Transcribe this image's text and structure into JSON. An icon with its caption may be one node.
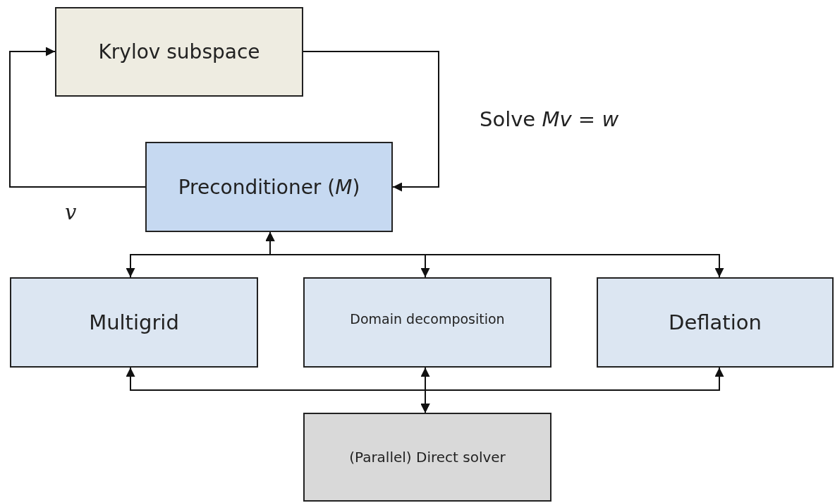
{
  "diagram": {
    "nodes": [
      {
        "text": [
          "Krylov subspace"
        ]
      },
      {
        "text": [
          "Preconditioner (*M*)"
        ]
      },
      {
        "text": [
          "Multigrid"
        ]
      },
      {
        "text": [
          "Domain decomposition"
        ]
      },
      {
        "text": [
          "Deflation"
        ]
      },
      {
        "text": [
          "(Parallel) Direct solver"
        ]
      }
    ],
    "edges": [
      {
        "from": 0,
        "to": 1,
        "arrow": "to",
        "label": "Solve *Mv* = *w*"
      },
      {
        "from": 1,
        "to": 0,
        "arrow": "to",
        "label": "v"
      },
      {
        "from": 1,
        "to": 2,
        "arrow": "both"
      },
      {
        "from": 1,
        "to": 3,
        "arrow": "both"
      },
      {
        "from": 1,
        "to": 4,
        "arrow": "both"
      },
      {
        "from": 5,
        "to": 2,
        "arrow": "both"
      },
      {
        "from": 5,
        "to": 3,
        "arrow": "both"
      },
      {
        "from": 5,
        "to": 4,
        "arrow": "both"
      }
    ]
  }
}
